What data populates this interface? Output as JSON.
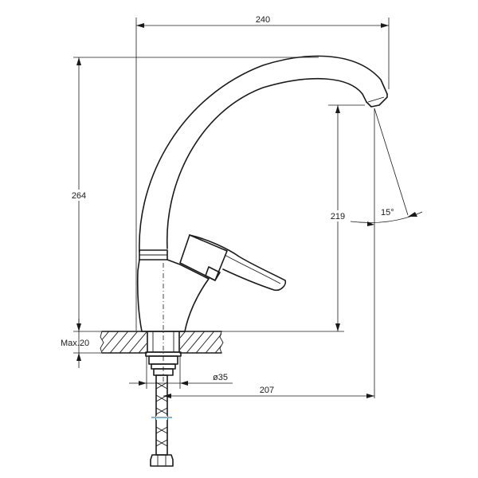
{
  "dimensions": {
    "width_total": "240",
    "height_total": "264",
    "spout_height": "219",
    "angle": "15°",
    "mount_thickness": "Max.20",
    "hole_diameter": "ø35",
    "reach": "207"
  }
}
